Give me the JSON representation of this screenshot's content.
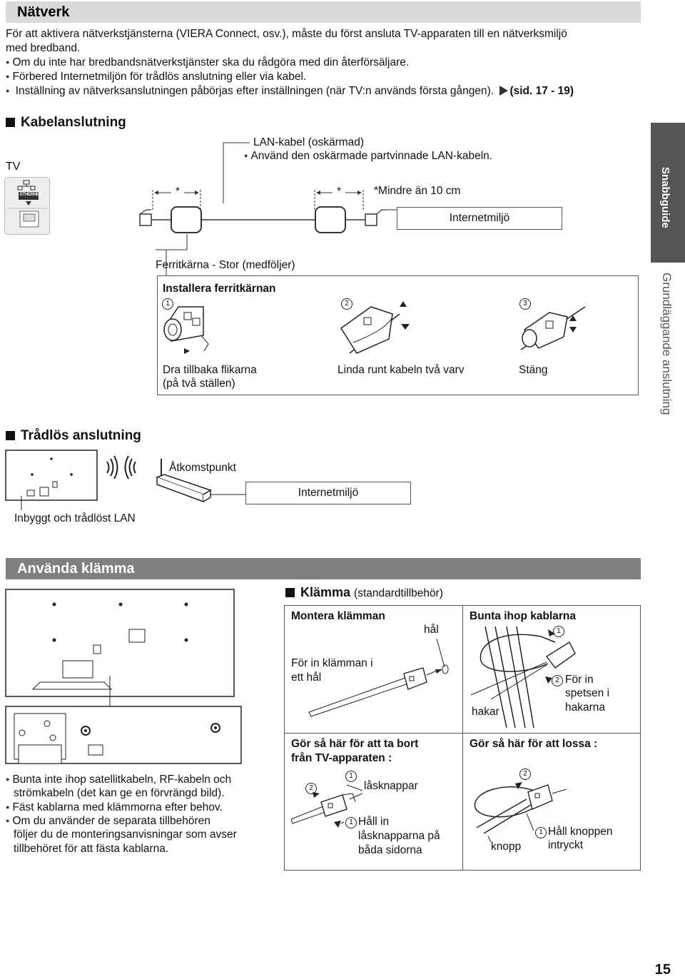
{
  "network": {
    "header": "Nätverk",
    "intro_line1": "För att aktivera nätverkstjänsterna (VIERA Connect, osv.), måste du först ansluta TV-apparaten till en nätverksmiljö",
    "intro_line2": "med bredband.",
    "bullet1": "Om du inte har bredbandsnätverkstjänster ska du rådgöra med din återförsäljare.",
    "bullet2": "Förbered Internetmiljön för trådlös anslutning eller via kabel.",
    "bullet3": "Inställning av nätverksanslutningen påbörjas efter inställningen (när TV:n används första gången).",
    "bullet3_ref": "(sid. 17 - 19)"
  },
  "cable": {
    "title": "Kabelanslutning",
    "tv_label": "TV",
    "ethernet_label": "ETHERNET",
    "lan_cable": "LAN-kabel (oskärmad)",
    "lan_cable_note": "Använd den oskärmade partvinnade LAN-kabeln.",
    "asterisk1": "*",
    "asterisk2": "*",
    "length_note": "*Mindre än 10 cm",
    "internet_env": "Internetmiljö",
    "ferrite_label": "Ferritkärna - Stor (medföljer)",
    "install_title": "Installera ferritkärnan",
    "step1_num": "1",
    "step2_num": "2",
    "step3_num": "3",
    "step1_line1": "Dra tillbaka flikarna",
    "step1_line2": "(på två ställen)",
    "step2_text": "Linda runt kabeln två varv",
    "step3_text": "Stäng"
  },
  "wireless": {
    "title": "Trådlös anslutning",
    "access_point": "Åtkomstpunkt",
    "internet_env": "Internetmiljö",
    "builtin_lan": "Inbyggt och trådlöst LAN"
  },
  "clamp": {
    "header": "Använda klämma",
    "subtitle_bold": "Klämma",
    "subtitle_normal": "(standardtillbehör)",
    "mount_title": "Montera klämman",
    "hole_label": "hål",
    "insert_line1": "För in klämman i",
    "insert_line2": "ett hål",
    "bundle_title": "Bunta ihop kablarna",
    "bundle_step1_num": "1",
    "bundle_step2_num": "2",
    "bundle_step2_line1": "För in",
    "bundle_step2_line2": "spetsen i",
    "bundle_step2_line3": "hakarna",
    "hooks_label": "hakar",
    "remove_line1": "Gör så här för att ta bort",
    "remove_line2": "från TV-apparaten :",
    "remove_step1_num": "1",
    "remove_step2_num": "2",
    "lock_buttons": "låsknappar",
    "hold_line1": "Håll in",
    "hold_line2": "låsknapparna på",
    "hold_line3": "båda sidorna",
    "loosen_title": "Gör så här för att lossa :",
    "loosen_step2_num": "2",
    "knob_label": "knopp",
    "hold_knob_line1": "Håll knoppen",
    "hold_knob_line2": "intryckt",
    "hold_knob_num": "1",
    "note1_line1": "Bunta inte ihop satellitkabeln, RF-kabeln och",
    "note1_line2": "strömkabeln (det kan ge en förvrängd bild).",
    "note2": "Fäst kablarna med klämmorna efter behov.",
    "note3_line1": "Om du använder de separata tillbehören",
    "note3_line2": "följer du de monteringsanvisningar som avser",
    "note3_line3": "tillbehöret för att fästa kablarna."
  },
  "side_tabs": {
    "tab1": "Snabbguide",
    "tab2": "Grundläggande anslutning"
  },
  "page_number": "15"
}
